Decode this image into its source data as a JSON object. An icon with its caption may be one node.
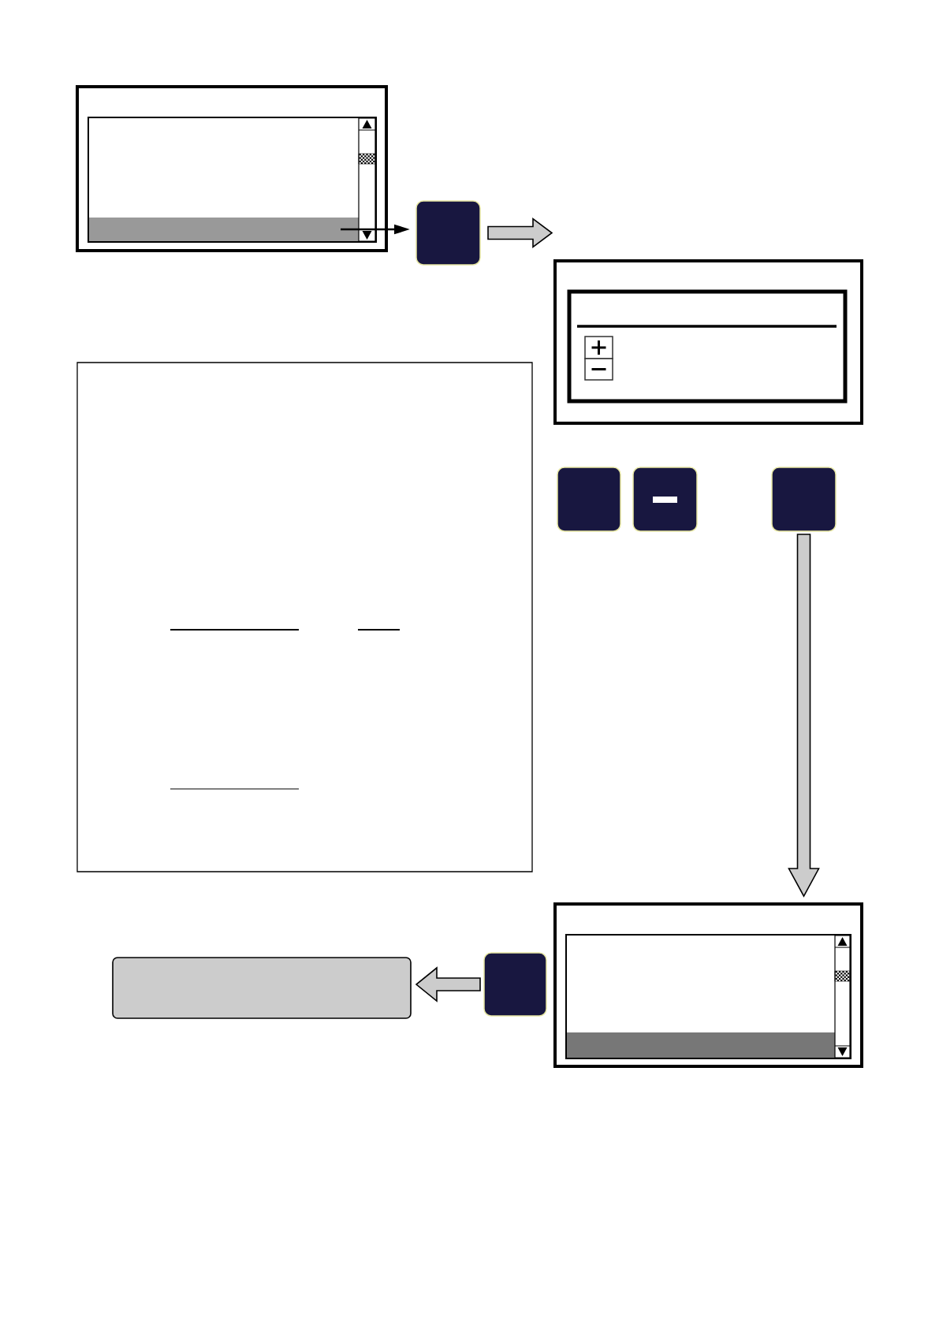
{
  "diagram": {
    "nodes": [
      {
        "text": [],
        "shape": "box"
      },
      {
        "text": [],
        "shape": "box",
        "in": 0
      },
      {
        "text": [],
        "shape": "bar",
        "in": 1
      },
      {
        "text": [],
        "shape": "box"
      },
      {
        "text": [],
        "shape": "box"
      },
      {
        "text": [],
        "shape": "box",
        "in": 4
      },
      {
        "text": [],
        "shape": "box"
      },
      {
        "text": [],
        "shape": "box"
      },
      {
        "text": [],
        "shape": "box"
      },
      {
        "text": [],
        "shape": "box"
      },
      {
        "text": [],
        "shape": "box"
      },
      {
        "text": [],
        "shape": "box",
        "in": 10
      },
      {
        "text": [],
        "shape": "bar",
        "in": 11
      },
      {
        "text": [],
        "shape": "box"
      },
      {
        "text": [],
        "shape": "box"
      }
    ],
    "edges": [
      {
        "from": 2,
        "to": 3,
        "arrow": "to"
      },
      {
        "from": 3,
        "to": null,
        "arrow": "to",
        "style": "thick"
      },
      {
        "from": 8,
        "to": 10,
        "arrow": "to",
        "style": "thick"
      },
      {
        "from": 13,
        "to": 14,
        "arrow": "to",
        "style": "thick"
      }
    ]
  }
}
